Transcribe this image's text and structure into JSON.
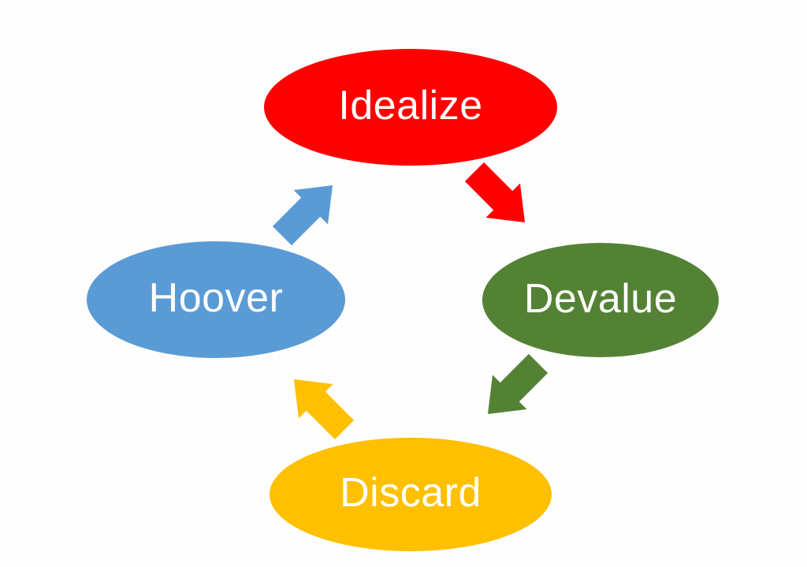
{
  "diagram": {
    "type": "cycle",
    "background_color": "#fefefe",
    "label_text_color": "#ffffff",
    "nodes": [
      {
        "id": "idealize",
        "label": "Idealize",
        "color": "#fe0000",
        "position": "top"
      },
      {
        "id": "devalue",
        "label": "Devalue",
        "color": "#548235",
        "position": "right"
      },
      {
        "id": "discard",
        "label": "Discard",
        "color": "#ffc000",
        "position": "bottom"
      },
      {
        "id": "hoover",
        "label": "Hoover",
        "color": "#5b9bd5",
        "position": "left"
      }
    ],
    "arrows": [
      {
        "from": "Idealize",
        "to": "Devalue",
        "direction": "down-right",
        "color": "#fe0000"
      },
      {
        "from": "Devalue",
        "to": "Discard",
        "direction": "down-left",
        "color": "#548235"
      },
      {
        "from": "Discard",
        "to": "Hoover",
        "direction": "up-left",
        "color": "#ffc000"
      },
      {
        "from": "Hoover",
        "to": "Idealize",
        "direction": "up-right",
        "color": "#5b9bd5"
      }
    ]
  }
}
